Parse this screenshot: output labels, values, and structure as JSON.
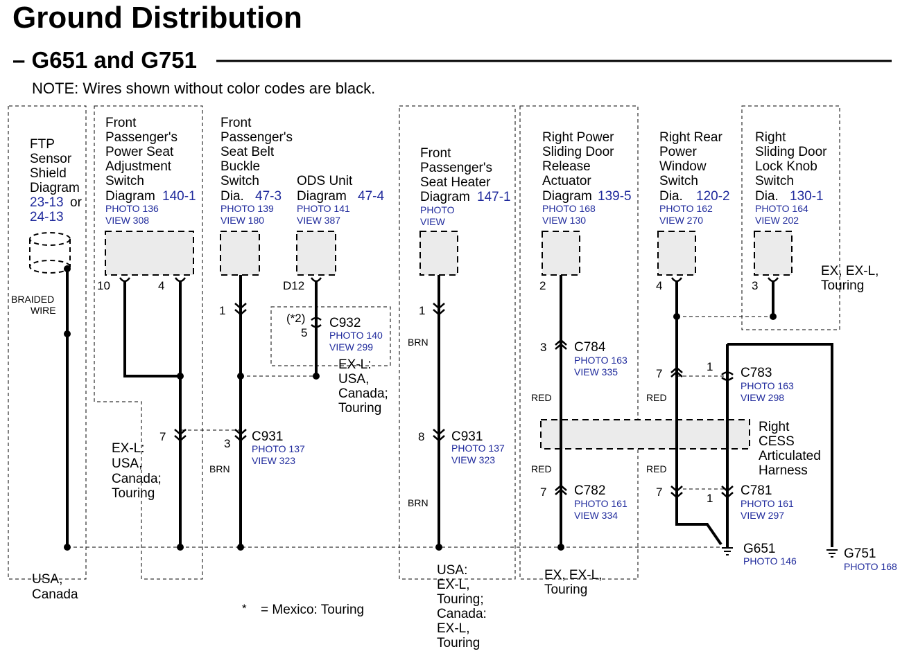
{
  "title": "Ground Distribution",
  "subtitle": "– G651 and G751",
  "note": "NOTE: Wires shown without color codes are black.",
  "footnote": {
    "star": "*",
    "text": "= Mexico: Touring"
  },
  "components": {
    "ftp": {
      "lines": [
        "FTP",
        "Sensor",
        "Shield",
        "Diagram"
      ],
      "ref1": "23-13",
      "or": "or",
      "ref2": "24-13",
      "braided": [
        "BRAIDED",
        "WIRE"
      ],
      "region": [
        "USA,",
        "Canada"
      ]
    },
    "seat_adj": {
      "lines": [
        "Front",
        "Passenger's",
        "Power Seat",
        "Adjustment",
        "Switch",
        "Diagram"
      ],
      "ref": "140-1",
      "photo": "PHOTO 136",
      "view": "VIEW 308",
      "pins": [
        "10",
        "4"
      ],
      "region": [
        "EX-L:",
        "USA,",
        "Canada;",
        "Touring"
      ]
    },
    "belt": {
      "lines": [
        "Front",
        "Passenger's",
        "Seat Belt",
        "Buckle",
        "Switch",
        "Dia."
      ],
      "ref": "47-3",
      "photo": "PHOTO 139",
      "view": "VIEW 180",
      "pin": "1",
      "wire_color": "BRN"
    },
    "ods": {
      "lines": [
        "ODS Unit",
        "Diagram"
      ],
      "ref": "47-4",
      "photo": "PHOTO 141",
      "view": "VIEW 387",
      "pin": "D12",
      "region": [
        "EX-L:",
        "USA,",
        "Canada;",
        "Touring"
      ]
    },
    "heater": {
      "lines": [
        "Front",
        "Passenger's",
        "Seat Heater",
        "Diagram"
      ],
      "ref": "147-1",
      "photo": "PHOTO",
      "view": "VIEW",
      "pin": "1",
      "wire_color": "BRN",
      "region": [
        "USA:",
        "EX-L,",
        "Touring;",
        "Canada:",
        "EX-L,",
        "Touring"
      ]
    },
    "door_release": {
      "lines": [
        "Right Power",
        "Sliding Door",
        "Release",
        "Actuator",
        "Diagram"
      ],
      "ref": "139-5",
      "photo": "PHOTO 168",
      "view": "VIEW 130",
      "pin": "2",
      "wire_color": "RED",
      "region": [
        "EX, EX-L,",
        "Touring"
      ]
    },
    "rear_window": {
      "lines": [
        "Right Rear",
        "Power",
        "Window",
        "Switch",
        "Dia."
      ],
      "ref": "120-2",
      "photo": "PHOTO 162",
      "view": "VIEW 270",
      "pin": "4",
      "wire_color": "RED"
    },
    "lock_knob": {
      "lines": [
        "Right",
        "Sliding Door",
        "Lock Knob",
        "Switch",
        "Dia."
      ],
      "ref": "130-1",
      "photo": "PHOTO 164",
      "view": "VIEW 202",
      "pin": "3",
      "region": [
        "EX, EX-L,",
        "Touring"
      ]
    }
  },
  "connectors": {
    "c932": {
      "name": "C932",
      "photo": "PHOTO 140",
      "view": "VIEW 299",
      "star": "(*2)",
      "pin": "5"
    },
    "c931a": {
      "name": "C931",
      "photo": "PHOTO 137",
      "view": "VIEW 323",
      "pin_left": "7",
      "pin_right": "3",
      "wire_color": "BRN"
    },
    "c931b": {
      "name": "C931",
      "photo": "PHOTO 137",
      "view": "VIEW 323",
      "pin": "8",
      "wire_color": "BRN"
    },
    "c784": {
      "name": "C784",
      "photo": "PHOTO 163",
      "view": "VIEW 335",
      "pin": "3"
    },
    "c783": {
      "name": "C783",
      "photo": "PHOTO 163",
      "view": "VIEW 298",
      "pin_left": "7",
      "pin_right": "1"
    },
    "c782": {
      "name": "C782",
      "photo": "PHOTO 161",
      "view": "VIEW 334",
      "pin": "7",
      "wire_color": "RED"
    },
    "c781": {
      "name": "C781",
      "photo": "PHOTO 161",
      "view": "VIEW 297",
      "pin_left": "7",
      "pin_right": "1",
      "wire_color": "RED"
    }
  },
  "harness": {
    "lines": [
      "Right",
      "CESS",
      "Articulated",
      "Harness"
    ]
  },
  "grounds": {
    "g651": {
      "name": "G651",
      "photo": "PHOTO 146"
    },
    "g751": {
      "name": "G751",
      "photo": "PHOTO 168"
    }
  }
}
